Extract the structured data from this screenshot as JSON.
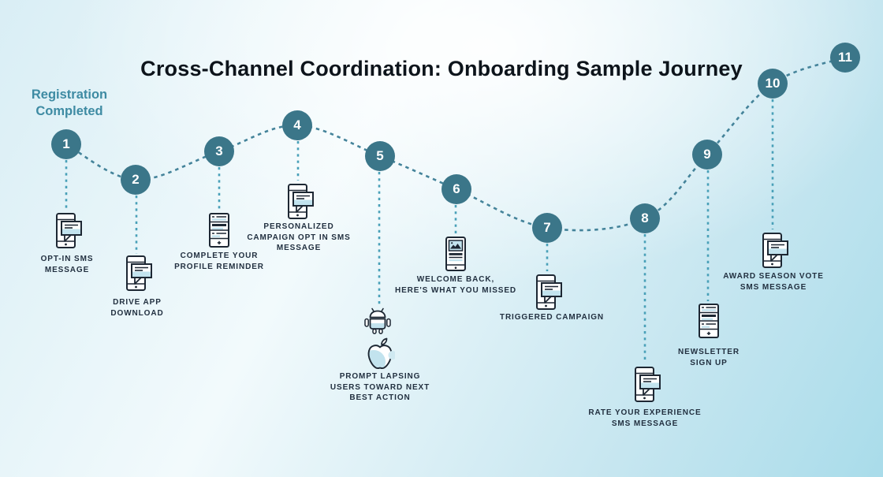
{
  "title": "Cross-Channel Coordination: Onboarding Sample Journey",
  "start_label": {
    "line1": "Registration",
    "line2": "Completed"
  },
  "colors": {
    "background_top": "#f2fafc",
    "background_mid": "#d9eef5",
    "background_bottom": "#a9dcea",
    "node_fill": "#3b7689",
    "node_text": "#ffffff",
    "curve": "#44839a",
    "connector": "#49a0b8",
    "title_text": "#0d141b",
    "start_label_text": "#3e8ba3",
    "label_text": "#223040",
    "icon_stroke": "#1d2733",
    "icon_accent": "#c2e3ee"
  },
  "steps": [
    {
      "number": "1",
      "icons": [
        "phone-sms-icon"
      ],
      "label_lines": [
        "OPT-IN SMS",
        "MESSAGE"
      ]
    },
    {
      "number": "2",
      "icons": [
        "phone-sms-icon"
      ],
      "label_lines": [
        "DRIVE APP",
        "DOWNLOAD"
      ]
    },
    {
      "number": "3",
      "icons": [
        "form-icon"
      ],
      "label_lines": [
        "COMPLETE YOUR",
        "PROFILE REMINDER"
      ]
    },
    {
      "number": "4",
      "icons": [
        "phone-sms-icon"
      ],
      "label_lines": [
        "PERSONALIZED",
        "CAMPAIGN OPT IN SMS",
        "MESSAGE"
      ]
    },
    {
      "number": "5",
      "icons": [
        "android-icon",
        "apple-icon"
      ],
      "label_lines": [
        "PROMPT LAPSING",
        "USERS TOWARD NEXT",
        "BEST ACTION"
      ]
    },
    {
      "number": "6",
      "icons": [
        "phone-image-icon"
      ],
      "label_lines": [
        "WELCOME BACK,",
        "HERE'S WHAT YOU MISSED"
      ]
    },
    {
      "number": "7",
      "icons": [
        "phone-sms-icon"
      ],
      "label_lines": [
        "TRIGGERED CAMPAIGN"
      ]
    },
    {
      "number": "8",
      "icons": [
        "phone-sms-icon"
      ],
      "label_lines": [
        "RATE YOUR EXPERIENCE",
        "SMS MESSAGE"
      ]
    },
    {
      "number": "9",
      "icons": [
        "form-icon"
      ],
      "label_lines": [
        "NEWSLETTER",
        "SIGN UP"
      ]
    },
    {
      "number": "10",
      "icons": [
        "phone-sms-icon"
      ],
      "label_lines": [
        "AWARD SEASON VOTE",
        "SMS MESSAGE"
      ]
    },
    {
      "number": "11",
      "icons": [],
      "label_lines": []
    }
  ]
}
